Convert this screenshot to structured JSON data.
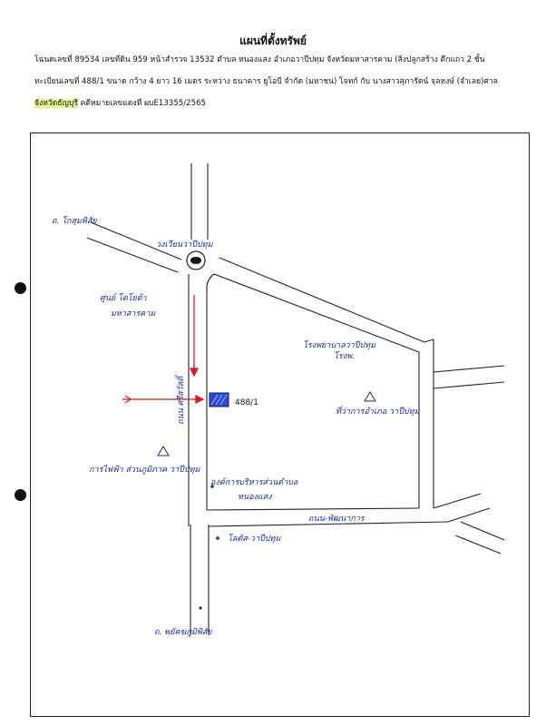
{
  "header": {
    "title": "แผนที่ตั้งทรัพย์",
    "line1": "โฉนดเลขที่ 89534 เลขที่ดิน 959 หน้าสำรวจ 13532 ตำบล หนองแสง อำเภอวาปีปทุม จังหวัดมหาสารคาม (สิ่งปลูกสร้าง ตึกแถว 2 ชั้น",
    "line2": "ทะเบียนเลขที่ 488/1 ขนาด กว้าง 4 ยาว 16 เมตร ระหว่าง ธนาคาร ยูโอบี จำกัด (มหาชน) โจทก์ กับ นางสาวสุภารัตน์ จุลหงษ์ (จำเลย)ศาล",
    "line3_highlight": "จังหวัดธัญบุรี",
    "line3_rest": " คดีหมายเลขแดงที่ ผบE13355/2565"
  },
  "map": {
    "labels": {
      "kosum": "ถ. โกสุมพิสัย",
      "circle": "วงเวียนวาปีปทุม",
      "toyota": "ศูนย์ โตโยต้า มหาสารคาม",
      "hospital": "โรงพยาบาลวาปีปทุม",
      "road_side": "ถนน ศรีสวัสดิ์",
      "lot": "488/1",
      "office": "ที่ว่าการอำเภอ วาปีปทุม",
      "electric": "การไฟฟ้า ส่วนภูมิภาค วาปีปทุม",
      "tambon": "องค์การบริหารส่วนตำบล หนองแสง",
      "bank_road": "ถนน-พัฒนาการ",
      "lotus": "โลตัส-วาปีปทุม",
      "phayakkhaphum": "ถ. พยัคฆภูมิพิสัย"
    }
  }
}
